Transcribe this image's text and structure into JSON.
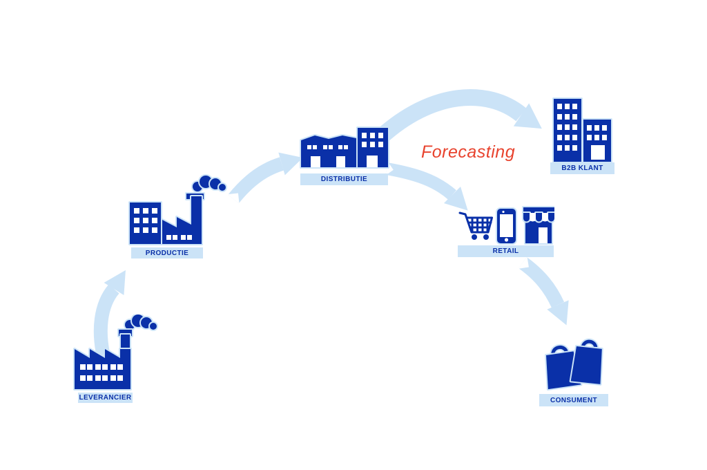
{
  "colors": {
    "primary_blue": "#0a30a8",
    "light_blue": "#cbe3f7",
    "accent_red": "#e8432e",
    "background": "#ffffff"
  },
  "diagram": {
    "annotation": "Forecasting",
    "nodes": [
      {
        "id": "leverancier",
        "label": "LEVERANCIER",
        "icon": "factory-smoke-icon"
      },
      {
        "id": "productie",
        "label": "PRODUCTIE",
        "icon": "factory-buildings-icon"
      },
      {
        "id": "distributie",
        "label": "DISTRIBUTIE",
        "icon": "warehouse-buildings-icon"
      },
      {
        "id": "b2b_klant",
        "label": "B2B KLANT",
        "icon": "office-buildings-icon"
      },
      {
        "id": "retail",
        "label": "RETAIL",
        "icons": [
          "shopping-cart-icon",
          "smartphone-icon",
          "storefront-icon"
        ]
      },
      {
        "id": "consument",
        "label": "CONSUMENT",
        "icon": "shopping-bags-icon"
      }
    ],
    "edges": [
      {
        "from": "leverancier",
        "to": "productie"
      },
      {
        "from": "productie",
        "to": "distributie"
      },
      {
        "from": "distributie",
        "to": "b2b_klant"
      },
      {
        "from": "distributie",
        "to": "retail"
      },
      {
        "from": "retail",
        "to": "consument"
      }
    ]
  }
}
